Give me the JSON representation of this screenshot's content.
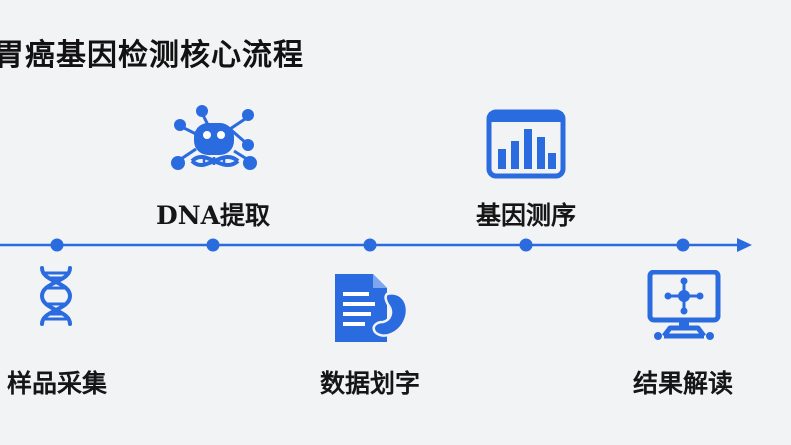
{
  "title": "胃癌基因检测核心流程",
  "accent_color": "#2a6be0",
  "steps": [
    {
      "label": "样品采集",
      "icon": "dna-helix-icon"
    },
    {
      "label": "DNA提取",
      "icon": "molecule-network-icon"
    },
    {
      "label": "数据划字",
      "icon": "document-stomach-icon"
    },
    {
      "label": "基因测序",
      "icon": "bar-chart-board-icon"
    },
    {
      "label": "结果解读",
      "icon": "network-monitor-icon"
    }
  ]
}
